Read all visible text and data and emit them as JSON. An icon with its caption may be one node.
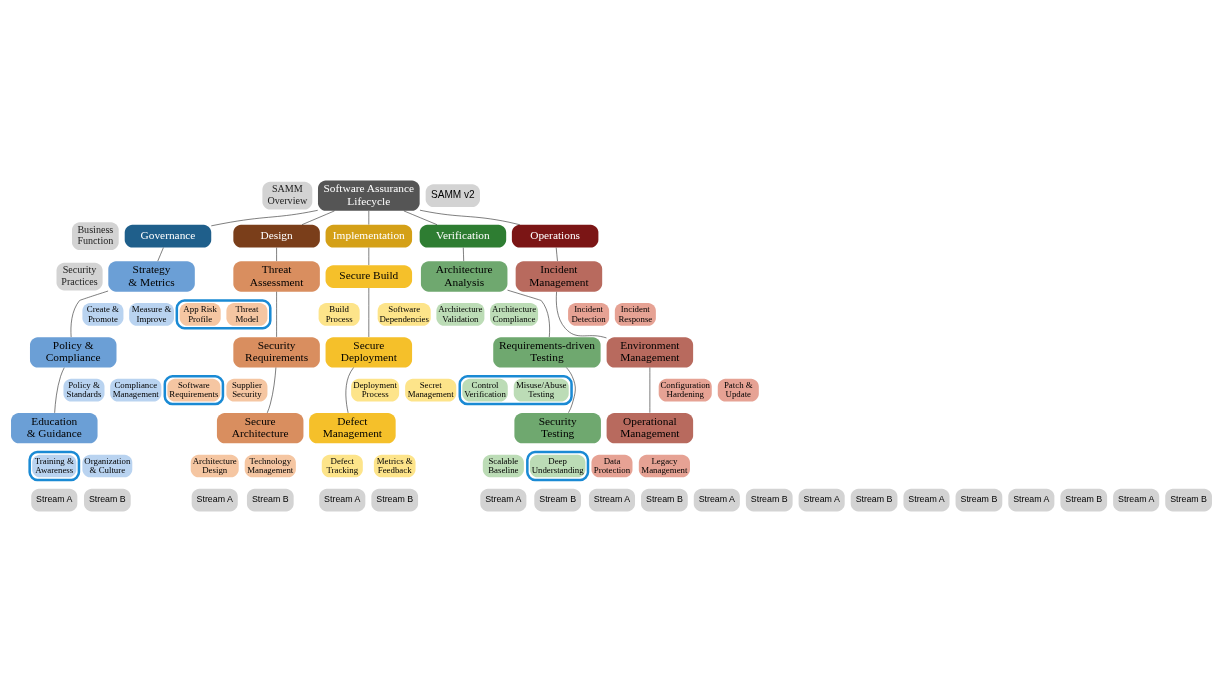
{
  "diagram": {
    "nodes": [
      {
        "text": [
          "Software Assurance Lifecycle"
        ]
      },
      {
        "text": [
          "Governance"
        ]
      },
      {
        "text": [
          "Design"
        ]
      },
      {
        "text": [
          "Implementation"
        ]
      },
      {
        "text": [
          "Verification"
        ]
      },
      {
        "text": [
          "Operations"
        ]
      },
      {
        "text": [
          "Strategy & Metrics"
        ]
      },
      {
        "text": [
          "Create & Promote"
        ]
      },
      {
        "text": [
          "Measure & Improve"
        ]
      },
      {
        "text": [
          "Policy & Compliance"
        ]
      },
      {
        "text": [
          "Policy & Standards"
        ]
      },
      {
        "text": [
          "Compliance Management"
        ]
      },
      {
        "text": [
          "Education & Guidance"
        ]
      },
      {
        "text": [],
        "shape": "ellipse"
      },
      {
        "text": [
          "Training & Awareness"
        ],
        "in": 13
      },
      {
        "text": [
          "Organization & Culture"
        ]
      },
      {
        "text": [
          "Threat Assessment"
        ]
      },
      {
        "text": [],
        "shape": "ellipse"
      },
      {
        "text": [
          "App Risk Profile"
        ],
        "in": 17
      },
      {
        "text": [
          "Threat Model"
        ],
        "in": 17
      },
      {
        "text": [
          "Security Requirements"
        ]
      },
      {
        "text": [],
        "shape": "ellipse"
      },
      {
        "text": [
          "Software Requirements"
        ],
        "in": 21
      },
      {
        "text": [
          "Supplier Security"
        ]
      },
      {
        "text": [
          "Secure Architecture"
        ]
      },
      {
        "text": [
          "Architecture Design"
        ]
      },
      {
        "text": [
          "Technology Management"
        ]
      },
      {
        "text": [
          "Secure Build"
        ]
      },
      {
        "text": [
          "Build Process"
        ]
      },
      {
        "text": [
          "Software Dependencies"
        ]
      },
      {
        "text": [
          "Secure Deployment"
        ]
      },
      {
        "text": [
          "Deployment Process"
        ]
      },
      {
        "text": [
          "Secret Management"
        ]
      },
      {
        "text": [
          "Defect Management"
        ]
      },
      {
        "text": [
          "Defect Tracking"
        ]
      },
      {
        "text": [
          "Metrics & Feedback"
        ]
      },
      {
        "text": [
          "Architecture Analysis"
        ]
      },
      {
        "text": [
          "Architecture Validation"
        ]
      },
      {
        "text": [
          "Architecture Compliance"
        ]
      },
      {
        "text": [
          "Requirements-driven Testing"
        ]
      },
      {
        "text": [],
        "shape": "ellipse"
      },
      {
        "text": [
          "Control Verification"
        ],
        "in": 40
      },
      {
        "text": [
          "Misuse/Abuse Testing"
        ],
        "in": 40
      },
      {
        "text": [
          "Security Testing"
        ]
      },
      {
        "text": [
          "Scalable Baseline"
        ]
      },
      {
        "text": [],
        "shape": "ellipse"
      },
      {
        "text": [
          "Deep Understanding"
        ],
        "in": 45
      },
      {
        "text": [
          "Incident Management"
        ]
      },
      {
        "text": [
          "Incident Detection"
        ]
      },
      {
        "text": [
          "Incident Response"
        ]
      },
      {
        "text": [
          "Environment Management"
        ]
      },
      {
        "text": [
          "Configuration Hardening"
        ]
      },
      {
        "text": [
          "Patch & Update"
        ]
      },
      {
        "text": [
          "Operational Management"
        ]
      },
      {
        "text": [
          "Data Protection"
        ]
      },
      {
        "text": [
          "Legacy Management"
        ]
      }
    ],
    "edges": [
      {
        "from": 0,
        "to": 1,
        "arrow": "none"
      },
      {
        "from": 0,
        "to": 2,
        "arrow": "none"
      },
      {
        "from": 0,
        "to": 3,
        "arrow": "none"
      },
      {
        "from": 0,
        "to": 4,
        "arrow": "none"
      },
      {
        "from": 0,
        "to": 5,
        "arrow": "none"
      },
      {
        "from": 1,
        "to": 6,
        "arrow": "none"
      },
      {
        "from": 6,
        "to": 9,
        "arrow": "none"
      },
      {
        "from": 9,
        "to": 12,
        "arrow": "none"
      },
      {
        "from": 2,
        "to": 16,
        "arrow": "none"
      },
      {
        "from": 16,
        "to": 20,
        "arrow": "none"
      },
      {
        "from": 20,
        "to": 24,
        "arrow": "none"
      },
      {
        "from": 3,
        "to": 27,
        "arrow": "none"
      },
      {
        "from": 27,
        "to": 30,
        "arrow": "none"
      },
      {
        "from": 30,
        "to": 33,
        "arrow": "none"
      },
      {
        "from": 4,
        "to": 36,
        "arrow": "none"
      },
      {
        "from": 36,
        "to": 39,
        "arrow": "none"
      },
      {
        "from": 39,
        "to": 43,
        "arrow": "none"
      },
      {
        "from": 5,
        "to": 47,
        "arrow": "none"
      },
      {
        "from": 47,
        "to": 50,
        "arrow": "none"
      },
      {
        "from": 50,
        "to": 53,
        "arrow": "none"
      }
    ],
    "labels": [
      "SAMM Overview",
      "SAMM v2",
      "Business Function",
      "Security Practices",
      "Stream A",
      "Stream B",
      "Stream A",
      "Stream B",
      "Stream A",
      "Stream B",
      "Stream A",
      "Stream B",
      "Stream A",
      "Stream B",
      "Stream A",
      "Stream B",
      "Stream A",
      "Stream B",
      "Stream A",
      "Stream B",
      "Stream A",
      "Stream B",
      "Stream A",
      "Stream B"
    ]
  }
}
